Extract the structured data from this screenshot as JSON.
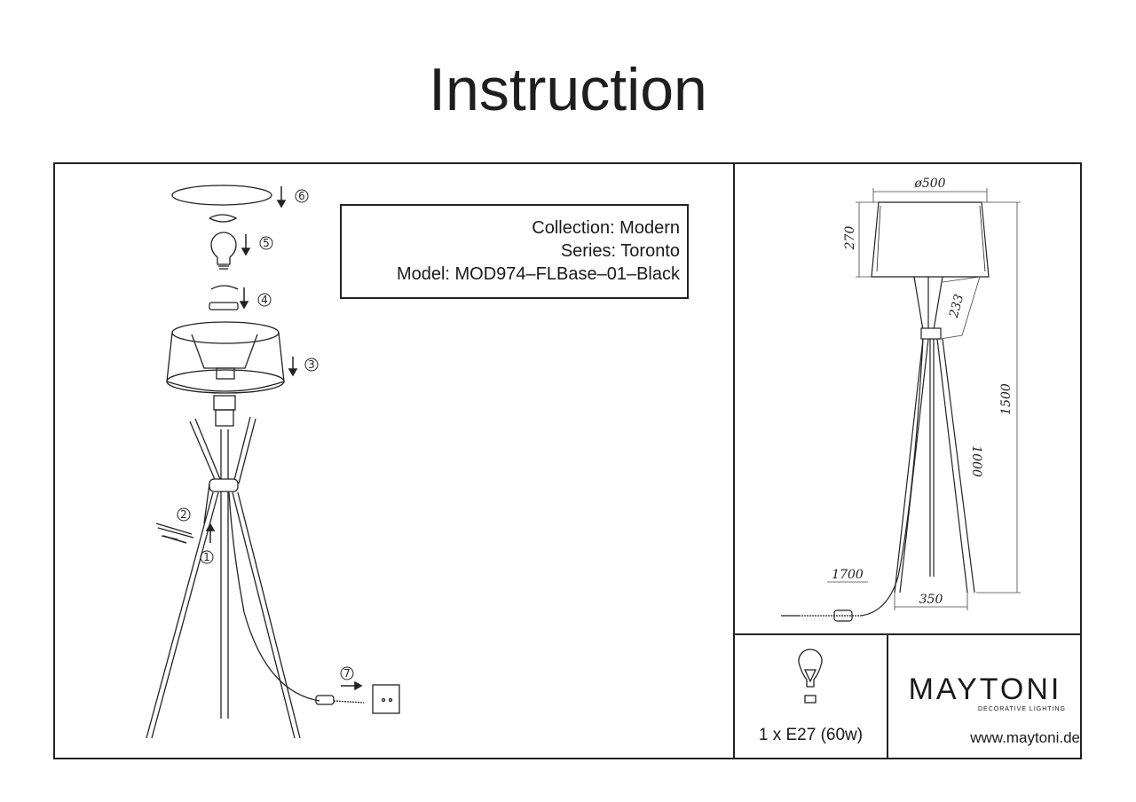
{
  "page": {
    "title": "Instruction"
  },
  "product": {
    "collection": "Collection: Modern",
    "series": "Series: Toronto",
    "model": "Model: MOD974–FLBase–01–Black"
  },
  "steps": [
    "1",
    "2",
    "3",
    "4",
    "5",
    "6",
    "7"
  ],
  "dimensions": {
    "shade_diameter": "ø500",
    "shade_height": "270",
    "lower_segment": "233",
    "total_height": "1500",
    "leg_height": "1000",
    "base_width": "350",
    "cable_length": "1700"
  },
  "bulb": {
    "icon": "bulb-icon",
    "spec": "1 x E27 (60w)"
  },
  "brand": {
    "name": "MAYTONI",
    "tagline": "DECORATIVE LIGHTING",
    "website": "www.maytoni.de"
  }
}
